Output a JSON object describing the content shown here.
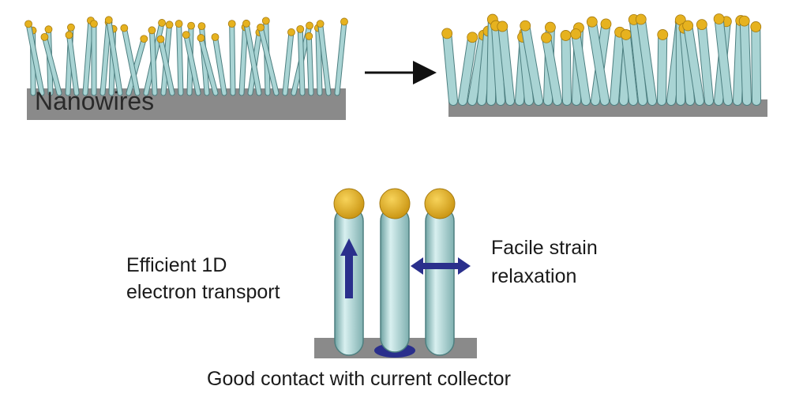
{
  "labels": {
    "nanowires": "Nanowires",
    "efficient_line1": "Efficient 1D",
    "efficient_line2": "electron transport",
    "facile_line1": "Facile strain",
    "facile_line2": "relaxation",
    "contact": "Good contact with current collector"
  },
  "colors": {
    "substrate": "#8a8a8a",
    "wire_fill": "#a9d4d4",
    "wire_stroke": "#4d7f80",
    "cap": "#e6b21f",
    "cap_stroke": "#a57a10",
    "arrow": "#2a2f8c",
    "process_arrow": "#111111"
  }
}
